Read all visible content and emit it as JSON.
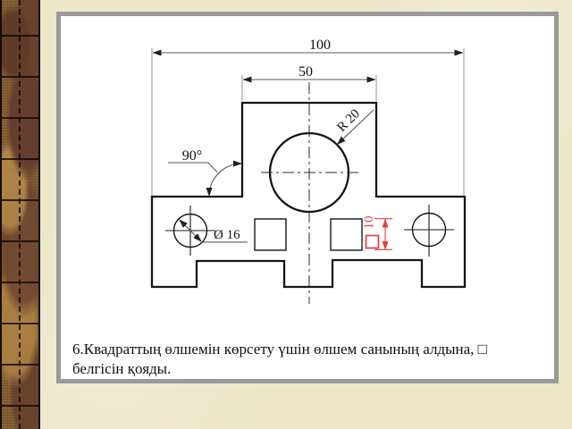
{
  "slide": {
    "background_color": "#ece7c9",
    "frame_border_color": "#9a9a9a",
    "caption_lines": [
      "6.Квадраттың өлшемін көрсету үшін өлшем санының алдына, □",
      "белгісін қояды."
    ]
  },
  "drawing": {
    "line_color": "#151515",
    "accent_color": "#e04040",
    "dim_width_total": "100",
    "dim_width_tab": "50",
    "dim_radius": "R 20",
    "dim_angle": "90°",
    "dim_hole_diameter": "Ø 16",
    "square_dim_symbol": "□",
    "square_dim_value": "10"
  }
}
